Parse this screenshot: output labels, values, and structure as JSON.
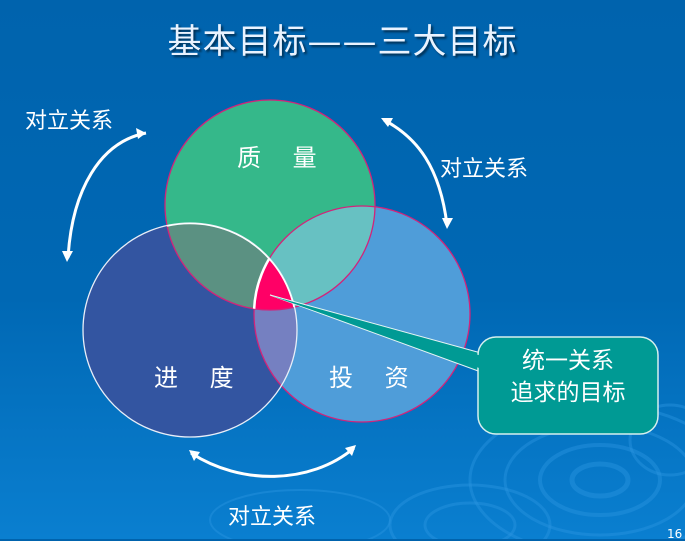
{
  "slide": {
    "title": "基本目标——三大目标",
    "page_number": "16"
  },
  "diagram": {
    "type": "venn",
    "circles": [
      {
        "id": "quality",
        "label": "质 量",
        "color": "#35b88a",
        "stroke": "#d2237a"
      },
      {
        "id": "schedule",
        "label": "进 度",
        "color": "#3355a1",
        "stroke": "#ffffff"
      },
      {
        "id": "investment",
        "label": "投 资",
        "color": "#4f9dd9",
        "stroke": "#d2237a"
      }
    ],
    "overlaps": {
      "quality_schedule": "#5b9182",
      "quality_investment": "#67c1c2",
      "schedule_investment": "#7580c1",
      "all_three": "#ff0066"
    },
    "relations": [
      {
        "id": "top-left",
        "label": "对立关系"
      },
      {
        "id": "top-right",
        "label": "对立关系"
      },
      {
        "id": "bottom",
        "label": "对立关系"
      }
    ],
    "callout": {
      "line1": "统一关系",
      "line2": "追求的目标",
      "color": "#009a94"
    }
  },
  "colors": {
    "background": "#0066b0",
    "arrow": "#ffffff",
    "text": "#ffffff"
  }
}
